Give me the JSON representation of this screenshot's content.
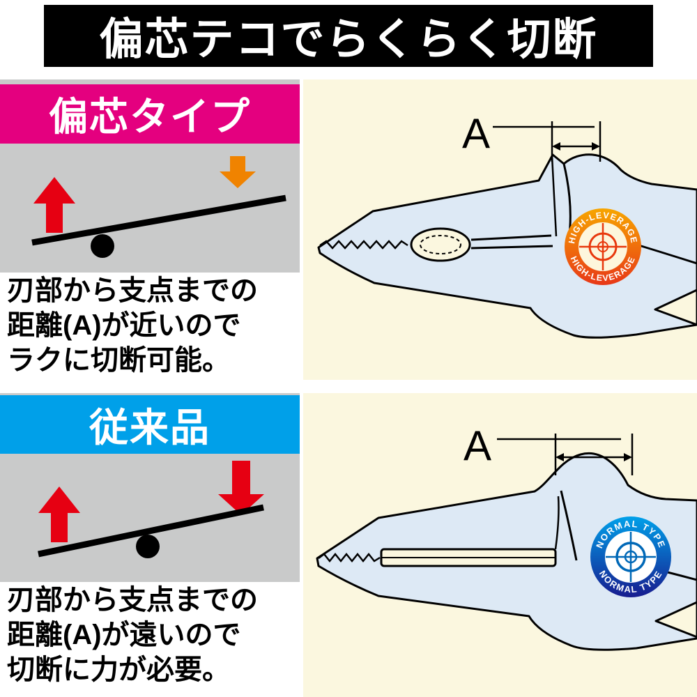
{
  "title": "偏芯テコでらくらく切断",
  "colors": {
    "banner_bg": "#000000",
    "eccentric_header_bg": "#e4007f",
    "conventional_header_bg": "#00a0e9",
    "diagram_bg": "#c9caca",
    "illustration_bg": "#fbf7df",
    "arrow_red": "#e60012",
    "arrow_orange": "#f08300",
    "pliers_fill": "#dde9f5",
    "pliers_outline": "#000000",
    "badge_orange_gradient": [
      "#f7a600",
      "#e83817"
    ],
    "badge_blue_gradient": [
      "#00a0e9",
      "#171c8f"
    ],
    "crosshair_red": "#e8380d",
    "crosshair_blue": "#0068b7"
  },
  "eccentric_panel": {
    "header": "偏芯タイプ",
    "description_lines": [
      "刃部から支点までの",
      "距離(A)が近いので",
      "ラクに切断可能。"
    ],
    "dimension_label": "A",
    "badge_text": "HIGH-LEVERAGE"
  },
  "conventional_panel": {
    "header": "従来品",
    "description_lines": [
      "刃部から支点までの",
      "距離(A)が遠いので",
      "切断に力が必要。"
    ],
    "dimension_label": "A",
    "badge_text": "NORMAL TYPE"
  }
}
